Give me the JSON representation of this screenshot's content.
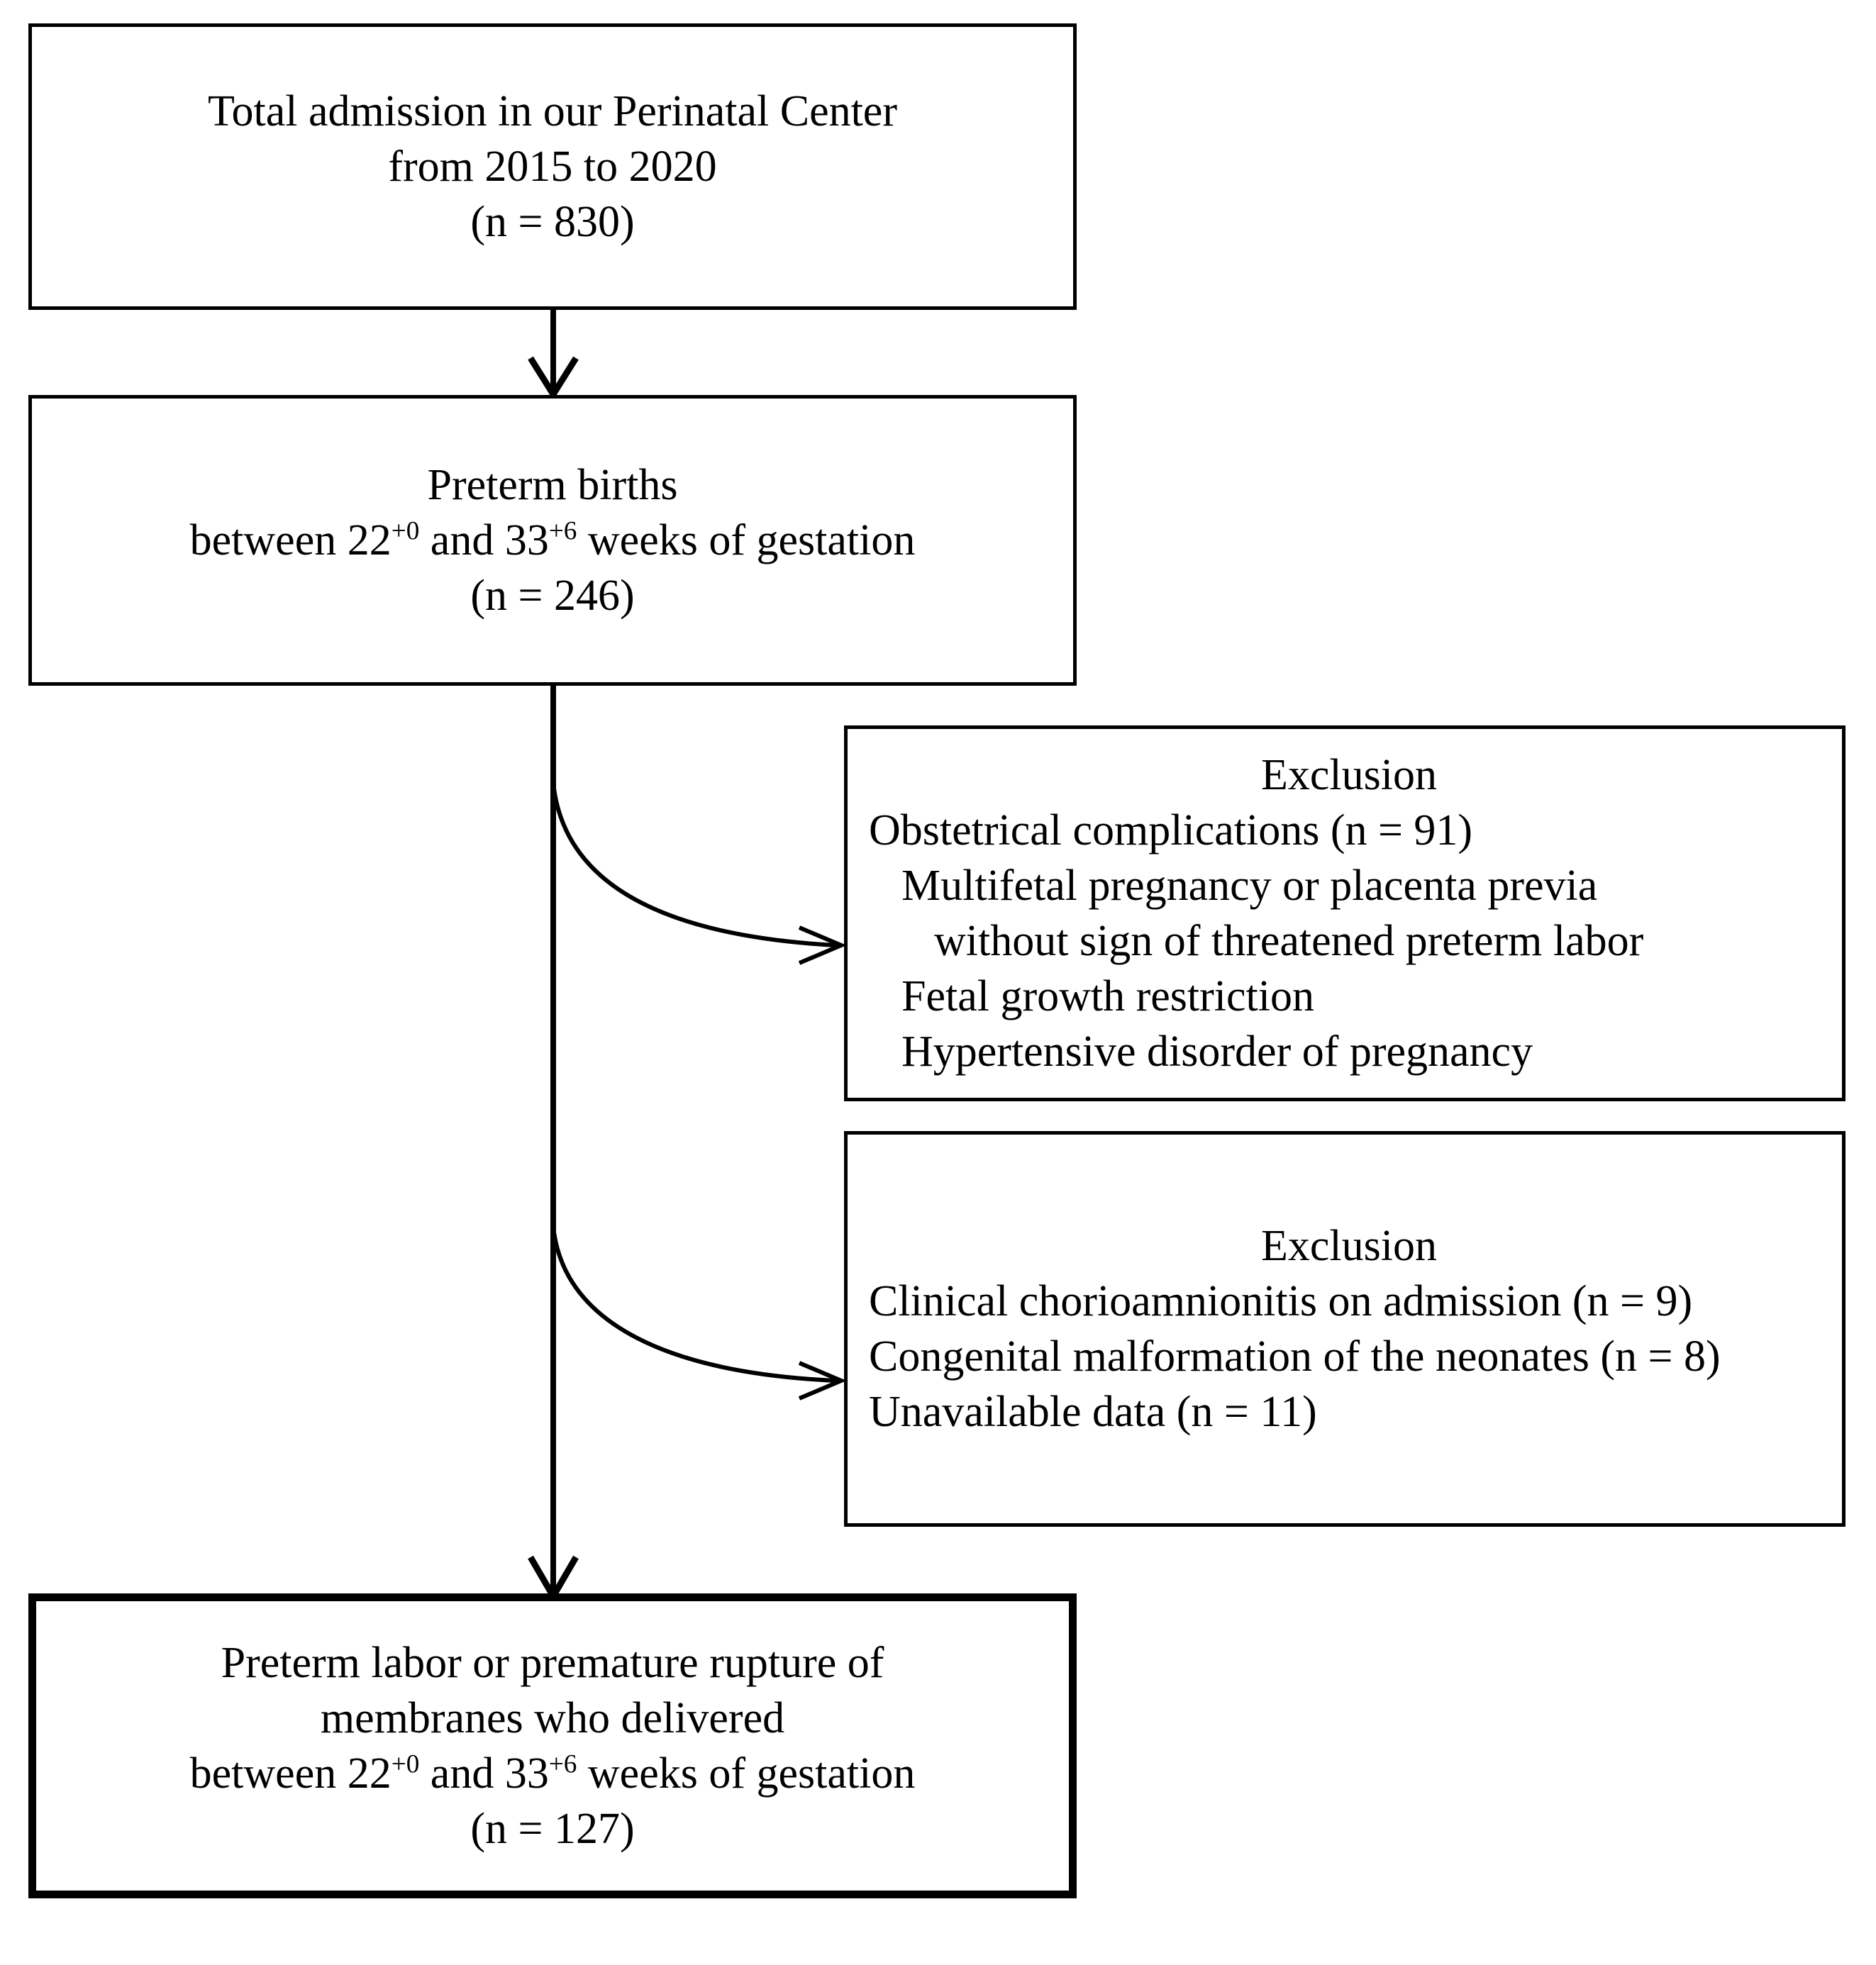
{
  "diagram": {
    "type": "flowchart",
    "title": "Study participant selection flow diagram",
    "nodes": {
      "total_admission": {
        "name": "total-admission-box",
        "lines": [
          "Total admission in our Perinatal Center",
          "from 2015 to 2020",
          "(n = 830)"
        ],
        "count_label": "(n = 830)",
        "count": 830
      },
      "preterm_births": {
        "name": "preterm-births-box",
        "line1": "Preterm births",
        "line2_pre": "between 22",
        "line2_sup1": "+0",
        "line2_mid": " and 33",
        "line2_sup2": "+6",
        "line2_post": " weeks of gestation",
        "count_label": "(n = 246)",
        "count": 246
      },
      "exclusion_1": {
        "name": "exclusion-box-1",
        "heading": "Exclusion",
        "lines": [
          "Obstetrical complications (n = 91)",
          "Multifetal pregnancy or placenta previa",
          "without sign of threatened preterm labor",
          "Fetal growth restriction",
          "Hypertensive disorder of pregnancy"
        ],
        "count": 91
      },
      "exclusion_2": {
        "name": "exclusion-box-2",
        "heading": "Exclusion",
        "lines": [
          "Clinical chorioamnionitis on admission (n = 9)",
          "Congenital malformation of the neonates (n = 8)",
          "Unavailable data (n = 11)"
        ],
        "counts": [
          9,
          8,
          11
        ]
      },
      "final_cohort": {
        "name": "final-cohort-box",
        "line1": "Preterm labor or premature rupture of",
        "line2": "membranes who delivered",
        "line3_pre": "between 22",
        "line3_sup1": "+0",
        "line3_mid": " and 33",
        "line3_sup2": "+6",
        "line3_post": " weeks of gestation",
        "count_label": "(n = 127)",
        "count": 127
      }
    },
    "connectors": [
      {
        "name": "arrow-total-to-preterm",
        "from": "total_admission",
        "to": "preterm_births",
        "style": "straight-down"
      },
      {
        "name": "arrow-preterm-to-exclusion-1",
        "from": "preterm_births",
        "to": "exclusion_1",
        "style": "curved-right"
      },
      {
        "name": "arrow-preterm-to-exclusion-2",
        "from": "preterm_births",
        "to": "exclusion_2",
        "style": "curved-right"
      },
      {
        "name": "arrow-preterm-to-final",
        "from": "preterm_births",
        "to": "final_cohort",
        "style": "straight-down"
      }
    ],
    "colors": {
      "stroke": "#000000",
      "background": "#ffffff",
      "text": "#000000"
    }
  }
}
